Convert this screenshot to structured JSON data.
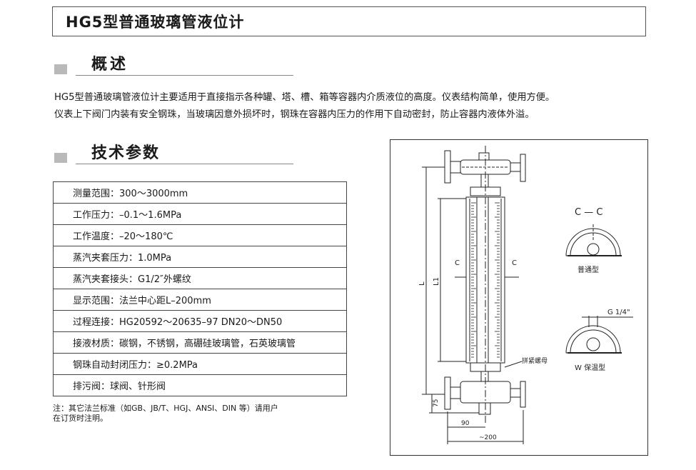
{
  "title": "HG5型普通玻璃管液位计",
  "overview": {
    "heading": "概述",
    "paragraphs": [
      "HG5型普通玻璃管液位计主要适用于直接指示各种罐、塔、槽、箱等容器内介质液位的高度。仪表结构简单，使用方便。",
      "仪表上下阀门内装有安全钢珠，当玻璃因意外损坏时，钢珠在容器内压力的作用下自动密封，防止容器内液体外溢。"
    ]
  },
  "specs": {
    "heading": "技术参数",
    "rows": [
      "测量范围：300～3000mm",
      "工作压力：–0.1～1.6MPa",
      "工作温度：–20～180℃",
      "蒸汽夹套压力：1.0MPa",
      "蒸汽夹套接头：G1/2″外螺纹",
      "显示范围：法兰中心距L–200mm",
      "过程连接：HG20592～20635–97  DN20～DN50",
      "接液材质：碳钢，不锈钢，高硼硅玻璃管，石英玻璃管",
      "钢珠自动封闭压力：≥0.2MPa",
      "排污阀：球阀、针形阀"
    ],
    "note": [
      "注：其它法兰标准（如GB、JB/T、HGJ、ANSI、DIN  等）请用户",
      "在订货时注明。"
    ]
  },
  "drawing": {
    "section_label": "C — C",
    "c_left": "C",
    "c_right": "C",
    "dim_L": "L",
    "dim_L1": "L1",
    "dim_75": "75",
    "dim_90": "90",
    "dim_200": "~200",
    "nut_label": "拼紧螺母",
    "type_normal": "普通型",
    "thread_label": "G 1/4\"",
    "type_insulated": "W 保温型"
  }
}
